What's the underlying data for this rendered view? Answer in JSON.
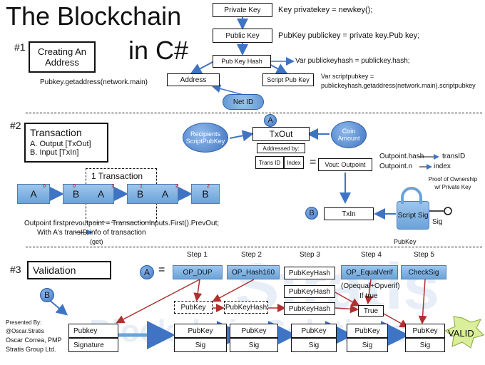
{
  "title_line1": "The Blockchain",
  "title_line2": "in C#",
  "watermark_main": "Stratis",
  "watermark_sub": "Blockchain Solutions",
  "section1": {
    "number": "#1",
    "heading": "Creating An Address",
    "pubkey_getaddress": "Pubkey.getaddress(network.main)",
    "private_key": "Private Key",
    "public_key": "Public Key",
    "pub_key_hash": "Pub Key Hash",
    "address": "Address",
    "script_pub_key": "Script Pub Key",
    "net_id": "Net ID",
    "code_privatekey": "Key privatekey = newkey();",
    "code_pubkey": "PubKey publickey = private key.Pub key;",
    "code_pubkeyhash": "Var publickeyhash = publickey.hash;",
    "code_scriptpubkey_1": "Var scriptpubkey =",
    "code_scriptpubkey_2": "publickeyhash.getaddress(network.main).scriptpubkey"
  },
  "section2": {
    "number": "#2",
    "heading": "Transaction",
    "item_a": "A. Output [TxOut]",
    "item_b": "B. Input [TxIn]",
    "one_transaction": "1 Transaction",
    "recipients": "Recipients ScriptPubKey",
    "txout": "TxOut",
    "addressed_by": "Addressed by:",
    "trans_id": "Trans ID",
    "index": "Index",
    "equals": "=",
    "vout": "Vout: Outpoint",
    "coin_amount": "Coin Amount",
    "outpoint_hash": "Outpoint.hash",
    "outpoint_n": "Outpoint.n",
    "arrow_transid": "transID",
    "arrow_index": "index",
    "proof": "Proof of Ownership w/ Private Key",
    "txin": "TxIn",
    "script_sig": "Script Sig",
    "sig": "Sig",
    "pubkey": "PubKey",
    "label_a": "A",
    "label_b": "B",
    "chain_labels": [
      "A",
      "B",
      "A",
      "B",
      "A",
      "B"
    ],
    "chain_numbers": [
      "0",
      "0",
      "1",
      "1",
      "2",
      "2"
    ],
    "outpoint_code_1": "Outpoint firstprevoutpoint = TransactionInputs.First().PrevOut;",
    "outpoint_code_2": "With A's transID        info of transaction",
    "outpoint_code_3": "(get)"
  },
  "section3": {
    "number": "#3",
    "heading": "Validation",
    "label_a": "A",
    "label_b": "B",
    "equals": "=",
    "steps": [
      "Step 1",
      "Step 2",
      "Step 3",
      "Step 4",
      "Step 5"
    ],
    "ops": [
      "OP_DUP",
      "OP_Hash160",
      "PubKeyHash",
      "OP_EqualVerif",
      "CheckSig"
    ],
    "pubkeyhash_mid1": "PubKeyHash",
    "pubkeyhash_mid2": "PubKeyHash",
    "pubkey_dashed": "PubKey",
    "pubkeyhash_dashed": "PubKeyHash",
    "opequal_note": "(Opequal+Opverif)",
    "if_true": "If true",
    "true_box": "True",
    "stack_left_top": "Pubkey",
    "stack_left_bottom": "Signature",
    "stack_top": "PubKey",
    "stack_bottom": "Sig",
    "valid": "VALID"
  },
  "credits": {
    "line1": "Presented By:",
    "line2": "@Oscar.Stratis",
    "line3": "Oscar Correa, PMP",
    "line4": "Stratis Group Ltd."
  }
}
